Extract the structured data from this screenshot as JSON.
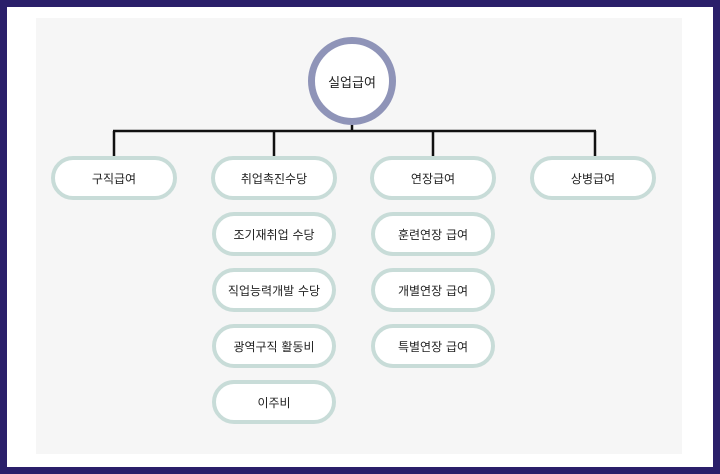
{
  "root": {
    "label": "실업급여"
  },
  "categories": [
    {
      "label": "구직급여",
      "children": []
    },
    {
      "label": "취업촉진수당",
      "children": [
        "조기재취업 수당",
        "직업능력개발 수당",
        "광역구직 활동비",
        "이주비"
      ]
    },
    {
      "label": "연장급여",
      "children": [
        "훈련연장 급여",
        "개별연장 급여",
        "특별연장 급여"
      ]
    },
    {
      "label": "상병급여",
      "children": []
    }
  ],
  "colors": {
    "frame": "#2a1f6a",
    "root_ring": "#8f94b8",
    "pill_border": "#c8dcd8",
    "connector": "#111111"
  }
}
